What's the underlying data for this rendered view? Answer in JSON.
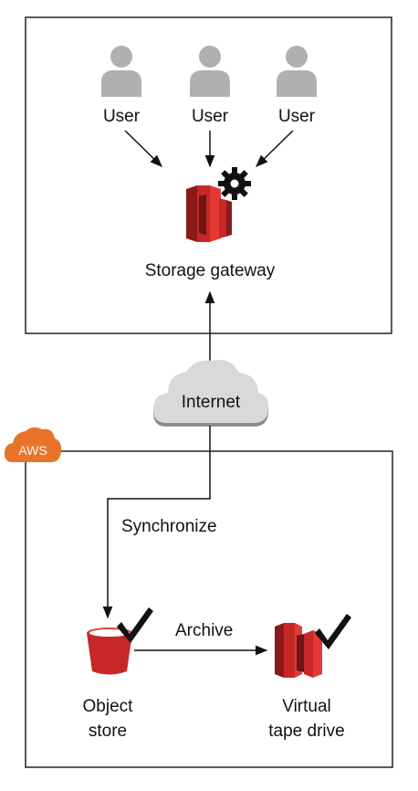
{
  "users": [
    {
      "label": "User"
    },
    {
      "label": "User"
    },
    {
      "label": "User"
    }
  ],
  "gateway": {
    "label": "Storage gateway"
  },
  "internet": {
    "label": "Internet"
  },
  "aws": {
    "badge": "AWS"
  },
  "edges": {
    "synchronize": "Synchronize",
    "archive": "Archive"
  },
  "object_store": {
    "line1": "Object",
    "line2": "store"
  },
  "tape_drive": {
    "line1": "Virtual",
    "line2": "tape drive"
  },
  "colors": {
    "red_dark": "#8b1a1a",
    "red": "#c62828",
    "red_light": "#e53935",
    "user_gray": "#b0b0b0",
    "aws_orange": "#e8742a",
    "cloud": "#d9d9d9"
  },
  "icons": [
    "user-icon",
    "storage-gateway-icon",
    "gear-icon",
    "cloud-icon",
    "bucket-icon",
    "tape-drive-icon",
    "checkmark-icon"
  ]
}
